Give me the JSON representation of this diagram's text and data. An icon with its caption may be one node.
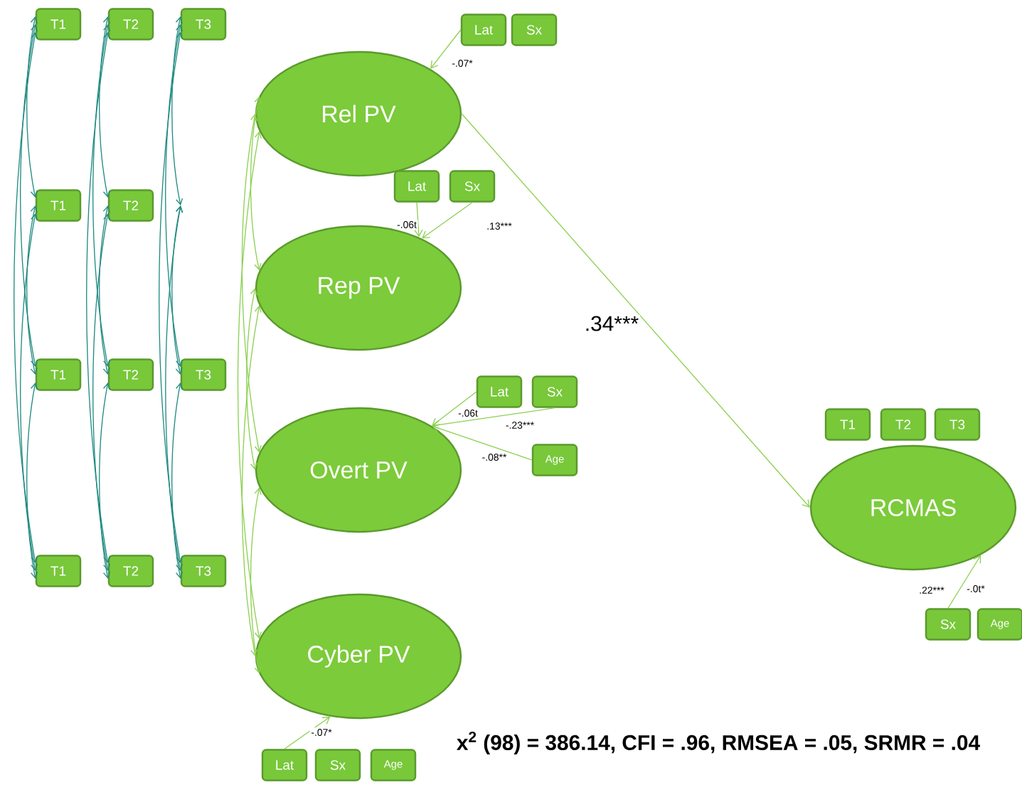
{
  "diagram": {
    "caption": "x$^{2}$ (98) = 386.14, CFI = .96, RMSEA = .05, SRMR = .04",
    "nodes": [
      {
        "text": [
          "T1"
        ]
      },
      {
        "text": [
          "T2"
        ]
      },
      {
        "text": [
          "T3"
        ]
      },
      {
        "text": [
          "Lat"
        ]
      },
      {
        "text": [
          "Sx"
        ]
      },
      {
        "text": [
          "Rel PV"
        ]
      },
      {
        "text": [
          "T1"
        ]
      },
      {
        "text": [
          "T2"
        ]
      },
      {
        "text": [
          "Lat"
        ]
      },
      {
        "text": [
          "Sx"
        ]
      },
      {
        "text": [
          "Rep PV"
        ]
      },
      {
        "text": [
          "T1"
        ]
      },
      {
        "text": [
          "T2"
        ]
      },
      {
        "text": [
          "T3"
        ]
      },
      {
        "text": [
          "Lat"
        ]
      },
      {
        "text": [
          "Sx"
        ]
      },
      {
        "text": [
          "Overt PV"
        ]
      },
      {
        "text": [
          "Age"
        ]
      },
      {
        "text": [
          "T1"
        ]
      },
      {
        "text": [
          "T2"
        ]
      },
      {
        "text": [
          "T3"
        ]
      },
      {
        "text": [
          "Cyber PV"
        ]
      },
      {
        "text": [
          "Lat"
        ]
      },
      {
        "text": [
          "Sx"
        ]
      },
      {
        "text": [
          "Age"
        ]
      },
      {
        "text": [
          "T1"
        ]
      },
      {
        "text": [
          "T2"
        ]
      },
      {
        "text": [
          "T3"
        ]
      },
      {
        "text": [
          "RCMAS"
        ]
      },
      {
        "text": [
          "Sx"
        ]
      },
      {
        "text": [
          "Age"
        ]
      }
    ],
    "edges": [
      {
        "from": 3,
        "to": 5,
        "arrow": "to",
        "label": "-.07*",
        "color": "#8cd050"
      },
      {
        "from": 8,
        "to": 10,
        "arrow": "to",
        "label": "-.06t",
        "color": "#8cd050"
      },
      {
        "from": 9,
        "to": 10,
        "arrow": "to",
        "label": ".13***",
        "color": "#8cd050"
      },
      {
        "from": 14,
        "to": 16,
        "arrow": "to",
        "label": "-.06t",
        "color": "#8cd050"
      },
      {
        "from": 15,
        "to": 16,
        "arrow": "to",
        "label": "-.23***",
        "color": "#8cd050"
      },
      {
        "from": 17,
        "to": 16,
        "arrow": "to",
        "label": "-.08**",
        "color": "#8cd050"
      },
      {
        "from": 22,
        "to": 21,
        "arrow": "to",
        "label": "-.07*",
        "color": "#8cd050"
      },
      {
        "from": 5,
        "to": 28,
        "arrow": "to",
        "label": ".34***",
        "color": "#8cd050"
      },
      {
        "from": 29,
        "to": 28,
        "arrow": "to",
        "label": ".22***",
        "color": "#8cd050"
      },
      {
        "from": 5,
        "to": 10,
        "arrow": "both",
        "color": "#8cd050"
      },
      {
        "from": 5,
        "to": 16,
        "arrow": "both",
        "color": "#8cd050"
      },
      {
        "from": 5,
        "to": 21,
        "arrow": "both",
        "color": "#8cd050"
      },
      {
        "from": 10,
        "to": 16,
        "arrow": "both",
        "color": "#8cd050"
      },
      {
        "from": 10,
        "to": 21,
        "arrow": "both",
        "color": "#8cd050"
      },
      {
        "from": 16,
        "to": 21,
        "arrow": "both",
        "color": "#8cd050"
      },
      {
        "from": 0,
        "to": 6,
        "arrow": "both"
      },
      {
        "from": 0,
        "to": 11,
        "arrow": "both"
      },
      {
        "from": 0,
        "to": 18,
        "arrow": "both"
      },
      {
        "from": 6,
        "to": 11,
        "arrow": "both"
      },
      {
        "from": 6,
        "to": 18,
        "arrow": "both"
      },
      {
        "from": 11,
        "to": 18,
        "arrow": "both"
      },
      {
        "from": 1,
        "to": 7,
        "arrow": "both"
      },
      {
        "from": 1,
        "to": 12,
        "arrow": "both"
      },
      {
        "from": 1,
        "to": 19,
        "arrow": "both"
      },
      {
        "from": 7,
        "to": 12,
        "arrow": "both"
      },
      {
        "from": 7,
        "to": 19,
        "arrow": "both"
      },
      {
        "from": 12,
        "to": 19,
        "arrow": "both"
      },
      {
        "from": 2,
        "to": null,
        "arrow": "both"
      },
      {
        "from": 2,
        "to": 13,
        "arrow": "both"
      },
      {
        "from": 2,
        "to": 20,
        "arrow": "both"
      },
      {
        "from": null,
        "to": 13,
        "arrow": "both"
      },
      {
        "from": null,
        "to": 20,
        "arrow": "both"
      },
      {
        "from": 13,
        "to": 20,
        "arrow": "both"
      }
    ],
    "labels": [
      "-.0t*"
    ]
  }
}
